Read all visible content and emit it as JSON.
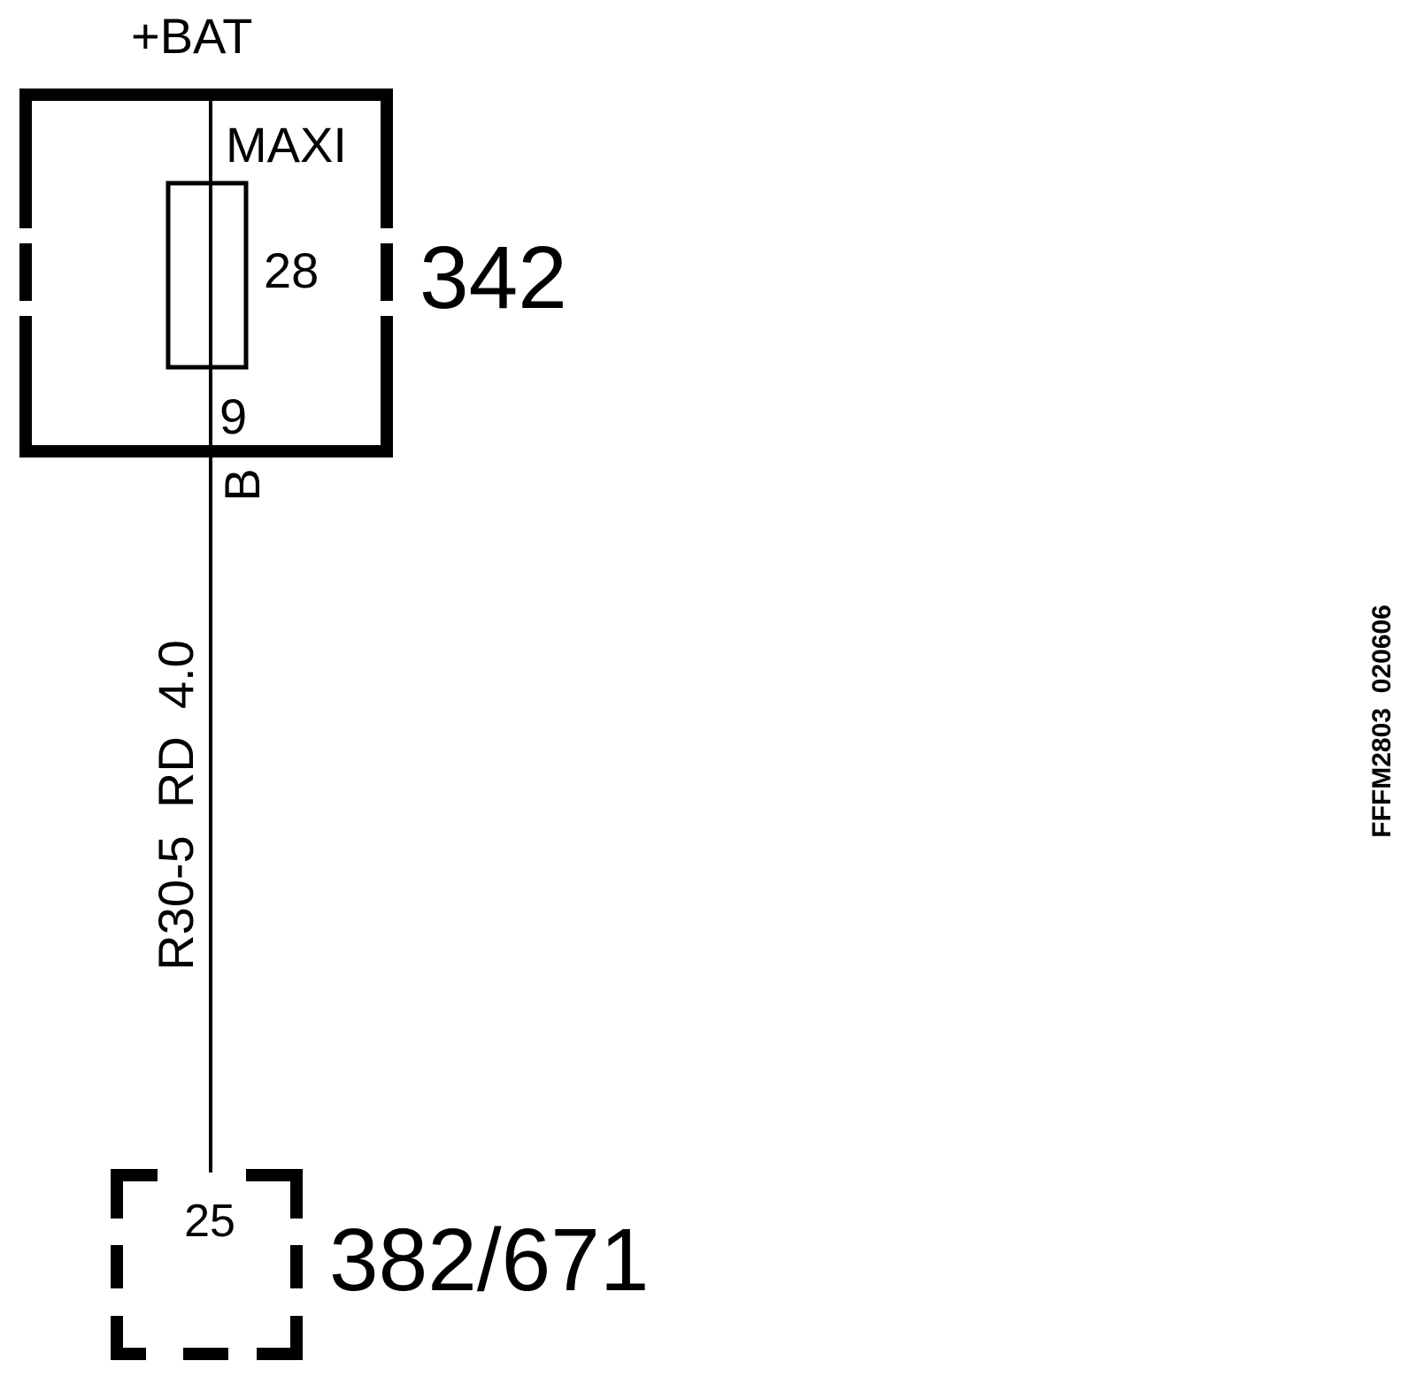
{
  "diagram": {
    "supply_label": "+BAT",
    "fuse_box": {
      "type_label": "MAXI",
      "fuse_number": "28",
      "component_id": "342",
      "output_pin": "9",
      "connector_label": "B"
    },
    "wire": {
      "label": "R30-5  RD  4.0"
    },
    "destination": {
      "pin": "25",
      "component_id": "382/671"
    },
    "figure_code": "FFFM2803  020606"
  }
}
